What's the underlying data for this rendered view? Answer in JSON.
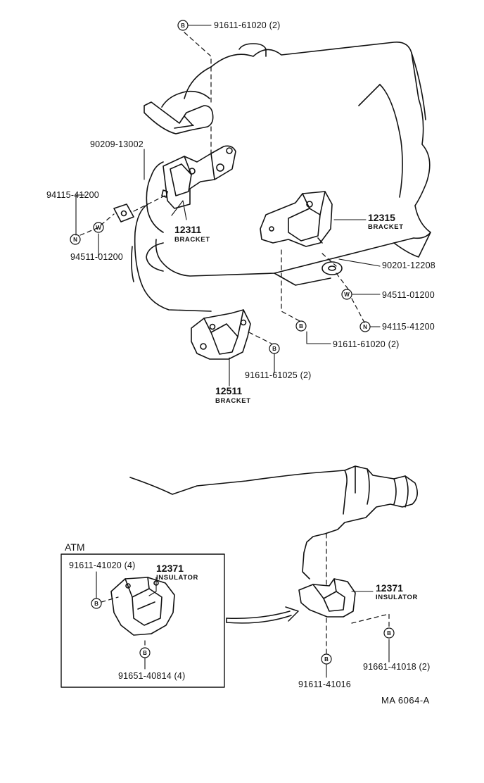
{
  "callouts": {
    "p1": {
      "part": "91611-61020 (2)",
      "symbol": "B"
    },
    "p2": {
      "part": "90209-13002"
    },
    "p3": {
      "part": "94115-41200",
      "symbol": "N"
    },
    "p4": {
      "part": "94511-01200",
      "symbol": "W"
    },
    "p5": {
      "part": "12311",
      "name": "BRACKET"
    },
    "p6": {
      "part": "12315",
      "name": "BRACKET"
    },
    "p7": {
      "part": "90201-12208"
    },
    "p8": {
      "part": "94511-01200",
      "symbol": "W"
    },
    "p9": {
      "part": "94115-41200",
      "symbol": "N"
    },
    "p10": {
      "part": "91611-61020 (2)",
      "symbol": "B"
    },
    "p11": {
      "part": "91611-61025 (2)",
      "symbol": "B"
    },
    "p12": {
      "part": "12511",
      "name": "BRACKET"
    },
    "atm_title": "ATM",
    "p13": {
      "part": "91611-41020 (4)",
      "symbol": "B"
    },
    "p14": {
      "part": "12371",
      "name": "INSULATOR"
    },
    "p15": {
      "part": "91651-40814 (4)",
      "symbol": "B"
    },
    "p16": {
      "part": "12371",
      "name": "INSULATOR"
    },
    "p17": {
      "part": "91661-41018 (2)",
      "symbol": "B"
    },
    "p18": {
      "part": "91611-41016",
      "symbol": "B"
    }
  },
  "reference": "MA  6064-A"
}
